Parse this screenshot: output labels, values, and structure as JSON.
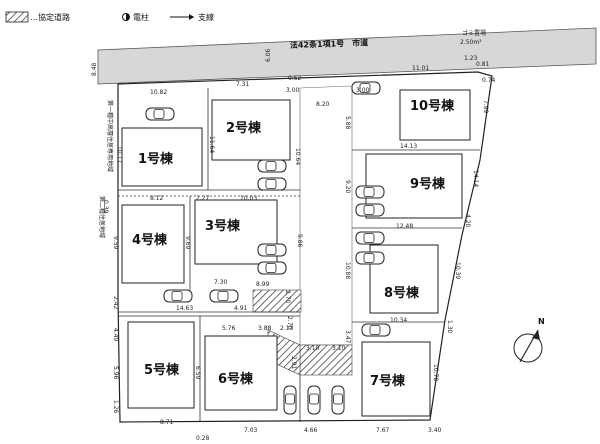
{
  "legend": {
    "agreed_road": "…協定道路",
    "pole": "電柱",
    "branch_line": "支線"
  },
  "road": {
    "name": "法42条1項1号　市道",
    "widths": [
      "8.48",
      "6.06"
    ]
  },
  "note_pole": [
    "ゴミ置場",
    "2.50m²"
  ],
  "side_notes": [
    "第一種中高層住居専用地域",
    "第二種住居地域"
  ],
  "north_label": "N",
  "buildings": [
    "1号棟",
    "2号棟",
    "3号棟",
    "4号棟",
    "5号棟",
    "6号棟",
    "7号棟",
    "8号棟",
    "9号棟",
    "10号棟"
  ],
  "dimensions": [
    "10.82",
    "7.31",
    "0.52",
    "3.00",
    "8.20",
    "3.00",
    "11.01",
    "1.23",
    "0.81",
    "0.74",
    "10.17",
    "11.64",
    "10.64",
    "5.88",
    "14.13",
    "7.99",
    "8.12",
    "2.27",
    "10.03",
    "0.39",
    "9.20",
    "14.14",
    "4.20",
    "9.59",
    "9.69",
    "9.86",
    "12.48",
    "10.88",
    "10.39",
    "7.30",
    "8.99",
    "2.42",
    "2.70",
    "14.63",
    "4.91",
    "5.76",
    "3.88",
    "2.13",
    "2.70",
    "10.34",
    "1.30",
    "4.49",
    "3.10",
    "3.10",
    "3.47",
    "5.96",
    "6.59",
    "2.91",
    "10.78",
    "1.26",
    "8.71",
    "7.03",
    "4.66",
    "7.67",
    "3.40",
    "0.28"
  ]
}
